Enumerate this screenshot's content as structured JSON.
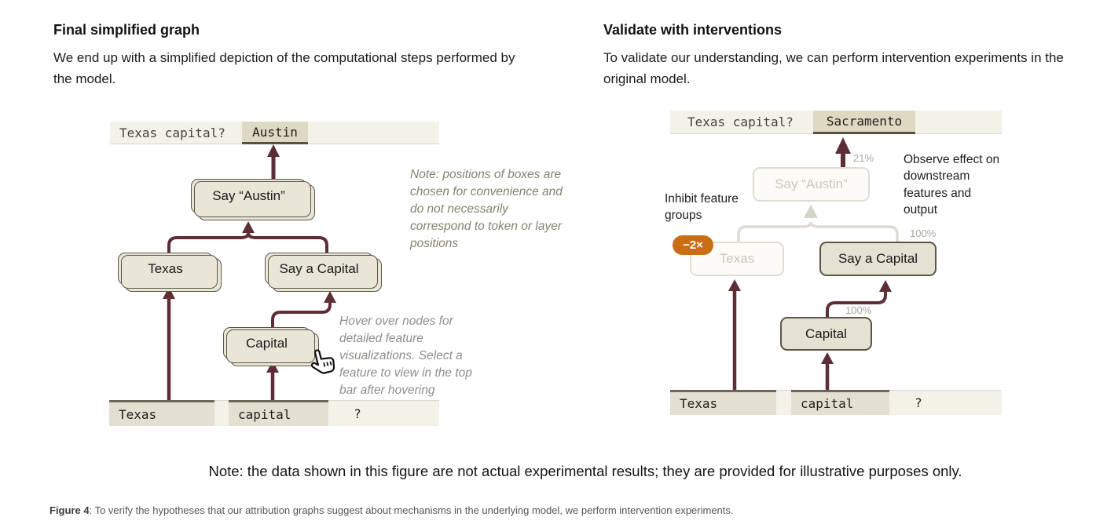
{
  "left_panel": {
    "heading": "Final simplified graph",
    "description": "We end up with a simplified depiction of the computational steps performed by the model.",
    "top_bar": {
      "prompt": "Texas capital?",
      "completion": "Austin"
    },
    "nodes": {
      "say_austin": "Say “Austin”",
      "texas": "Texas",
      "say_a_capital": "Say a Capital",
      "capital": "Capital"
    },
    "note_positions": "Note: positions of boxes are chosen for convenience and do not necessarily correspond to token or layer positions",
    "note_hover": "Hover over nodes for detailed feature visualizations. Select a feature to view in the top bar after hovering",
    "bottom_tokens": [
      "Texas",
      "capital",
      "?"
    ]
  },
  "right_panel": {
    "heading": "Validate with interventions",
    "description": "To validate our understanding, we can perform intervention experiments in the original model.",
    "top_bar": {
      "prompt": "Texas capital?",
      "completion": "Sacramento"
    },
    "labels": {
      "inhibit": "Inhibit feature groups",
      "observe": "Observe effect on downstream features and output",
      "badge": "−2×",
      "pct_output": "21%",
      "pct_say_capital": "100%",
      "pct_capital": "100%"
    },
    "nodes": {
      "say_austin": "Say “Austin”",
      "texas": "Texas",
      "say_a_capital": "Say a Capital",
      "capital": "Capital"
    },
    "bottom_tokens": [
      "Texas",
      "capital",
      "?"
    ]
  },
  "footer": {
    "note": "Note: the data shown in this figure are not actual experimental results; they are provided for illustrative purposes only.",
    "figure_label": "Figure 4",
    "caption_rest": ": To verify the hypotheses that our attribution graphs suggest about mechanisms in the underlying model, we perform intervention experiments."
  },
  "colors": {
    "maroon_arrow": "#5e2e36",
    "olive_border": "#5a5746",
    "box_fill": "#e9e6d7",
    "bar_bg": "#f4f2e8",
    "token_highlight": "#ddd9c2",
    "badge_orange": "#c96e12",
    "faded_gray": "#dedbd2",
    "pct_gray": "#a8a69e"
  }
}
